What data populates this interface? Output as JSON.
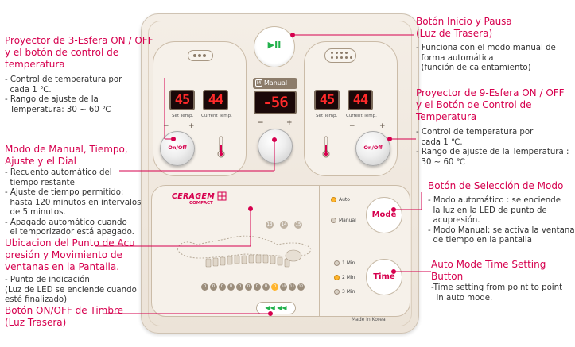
{
  "colors": {
    "accent": "#d6004e",
    "led": "#ff2a2a",
    "indicator_on": "#ffb52e"
  },
  "annotations": {
    "start_pause": {
      "heading": [
        "Botón Inicio y Pausa",
        "(Luz de Trasera)"
      ],
      "body": [
        "- Funciona con el modo manual de",
        "  forma automática",
        "  (función de calentamiento)"
      ]
    },
    "projector3": {
      "heading": [
        "Proyector de 3-Esfera ON / OFF",
        "y el botón de control de",
        "temperatura"
      ],
      "body": [
        "- Control de temperatura por",
        "  cada 1 ℃.",
        "- Rango de ajuste de la",
        "  Temperatura: 30 ~ 60 ℃"
      ]
    },
    "projector9": {
      "heading": [
        "Proyector de 9-Esfera ON / OFF",
        "y el Botón de Control de",
        "Temperatura"
      ],
      "body": [
        "- Control de temperatura por",
        "  cada 1 ℃.",
        "- Rango de ajuste de la Temperatura :",
        "  30 ~ 60 ℃"
      ]
    },
    "manual_mode": {
      "heading": [
        "Modo de Manual, Tiempo,",
        "Ajuste y el Dial"
      ],
      "body": [
        "- Recuento automático del",
        "  tiempo restante",
        "- Ajuste de tiempo permitido:",
        "  hasta 120 minutos en intervalos",
        "  de 5 minutos.",
        "- Apagado automático cuando",
        "  el temporizador está apagado."
      ]
    },
    "mode_select": {
      "heading": [
        "Botón de Selección de Modo"
      ],
      "body": [
        "- Modo automático : se enciende",
        "  la luz en la LED de punto de",
        "  acupresión.",
        "- Modo Manual: se activa la ventana",
        "  de tiempo en la pantalla"
      ]
    },
    "acupoint": {
      "heading": [
        "Ubicacion del Punto de Acu",
        "presión y Movimiento de",
        "ventanas en la Pantalla."
      ],
      "body": [
        "- Punto de indicación",
        "(Luz de LED se enciende cuando",
        "esté finalizado)"
      ]
    },
    "auto_time": {
      "heading": [
        "Auto Mode Time Setting Button"
      ],
      "body": [
        "-Time setting from point to point",
        "  in auto mode."
      ]
    },
    "chime": {
      "heading": [
        "Botón ON/OFF de Timbre",
        "(Luz Trasera)"
      ],
      "body": []
    }
  },
  "device": {
    "left_display": {
      "set": "45",
      "current": "44",
      "set_label": "Set Temp.",
      "current_label": "Current Temp."
    },
    "right_display": {
      "set": "45",
      "current": "44",
      "set_label": "Set Temp.",
      "current_label": "Current Temp."
    },
    "manual_label": "Manual",
    "manual_display": "-56",
    "knob_label": "On/Off",
    "plus": "+",
    "minus": "−",
    "brand": "CERAGEM",
    "brand_sub": "COMPACT",
    "mode_button": "Mode",
    "time_button": "Time",
    "mode_options": [
      "Auto",
      "Manual"
    ],
    "mode_icons": [
      "A",
      "M"
    ],
    "time_options": [
      "1 Min",
      "2 Min",
      "3 Min"
    ],
    "time_icons": [
      "1",
      "2",
      "3"
    ],
    "top_points": [
      "13",
      "14",
      "15"
    ],
    "bottom_points": [
      "0",
      "0",
      "0",
      "0",
      "0",
      "0",
      "0",
      "0",
      "0",
      "10",
      "11",
      "12"
    ],
    "made_in": "Made in Korea",
    "play_pause_icon": "▶II"
  }
}
